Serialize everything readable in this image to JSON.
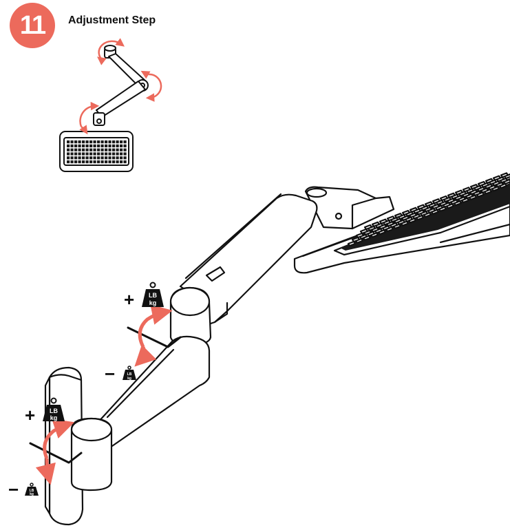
{
  "step": {
    "number": "11",
    "title": "Adjustment Step"
  },
  "weight_icons": [
    {
      "id": "upper-plus",
      "sign": "+",
      "line1": "LB",
      "line2": "kg"
    },
    {
      "id": "upper-minus",
      "sign": "−",
      "line1": "LB",
      "line2": "kg"
    },
    {
      "id": "lower-plus",
      "sign": "+",
      "line1": "LB",
      "line2": "kg"
    },
    {
      "id": "lower-minus",
      "sign": "−",
      "line1": "LB",
      "line2": "kg"
    }
  ],
  "colors": {
    "accent": "#ec6a5c",
    "line": "#111111",
    "fill": "#ffffff",
    "keys": "#1a1a1a"
  },
  "icons": [
    "rotate-arrow-icon",
    "weight-icon",
    "keyboard-icon",
    "arm-icon",
    "wall-mount-icon"
  ]
}
